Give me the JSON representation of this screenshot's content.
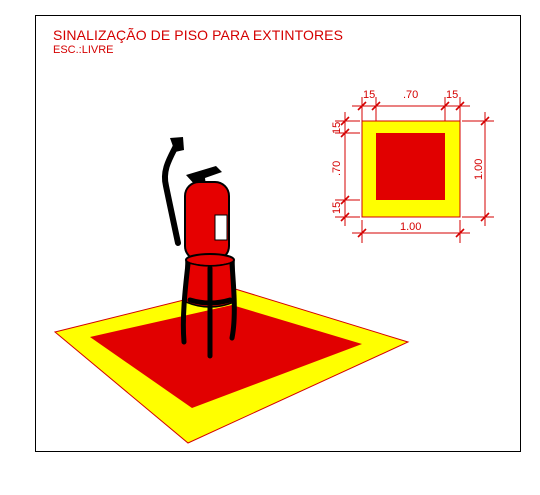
{
  "title": "SINALIZAÇÃO DE PISO PARA EXTINTORES",
  "scale": "ESC.:LIVRE",
  "dimensions": {
    "border_left": "15",
    "inner_width": ".70",
    "border_right": "15",
    "border_top": "15",
    "inner_height": ".70",
    "border_bottom": "15",
    "total_height": "1.00",
    "total_width": "1.00"
  },
  "colors": {
    "border_yellow": "#ffff00",
    "center_red": "#e10000",
    "annotation_red": "#d40000",
    "extinguisher_red": "#e60000",
    "outline_black": "#000000"
  }
}
